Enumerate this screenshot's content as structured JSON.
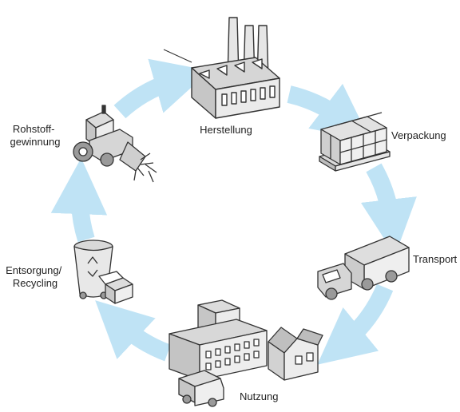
{
  "colors": {
    "cycle": "#bfe3f5",
    "stroke": "#333333",
    "fill_light": "#e6e6e6",
    "fill_mid": "#c9c9c9",
    "fill_dark": "#9a9a9a"
  },
  "stages": [
    {
      "id": "herstellung",
      "lines": [
        "Herstellung"
      ],
      "icon": "factory-icon"
    },
    {
      "id": "verpackung",
      "lines": [
        "Verpackung"
      ],
      "icon": "pallet-boxes-icon"
    },
    {
      "id": "transport",
      "lines": [
        "Transport"
      ],
      "icon": "truck-icon"
    },
    {
      "id": "nutzung",
      "lines": [
        "Nutzung"
      ],
      "icon": "buildings-icon"
    },
    {
      "id": "entsorgung",
      "lines": [
        "Entsorgung/",
        "Recycling"
      ],
      "icon": "recycle-bin-icon"
    },
    {
      "id": "rohstoff",
      "lines": [
        "Rohstoff-",
        "gewinnung"
      ],
      "icon": "excavator-icon"
    }
  ]
}
